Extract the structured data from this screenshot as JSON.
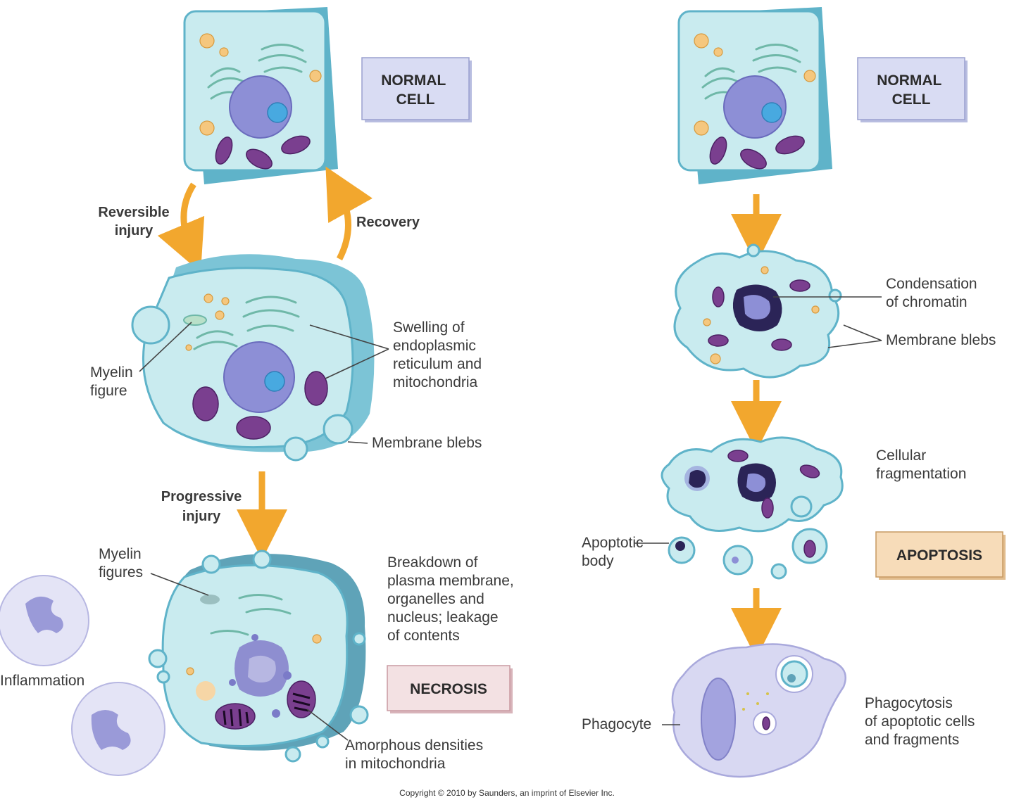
{
  "left_column": {
    "normal_cell_box": "NORMAL\nCELL",
    "reversible_injury": "Reversible\ninjury",
    "recovery": "Recovery",
    "myelin_figure": "Myelin\nfigure",
    "swelling": "Swelling of\nendoplasmic\nreticulum and\nmitochondria",
    "membrane_blebs": "Membrane blebs",
    "progressive_injury": "Progressive\ninjury",
    "myelin_figures": "Myelin\nfigures",
    "breakdown": "Breakdown of\nplasma membrane,\norganelles and\nnucleus; leakage\nof contents",
    "inflammation": "Inflammation",
    "necrosis_box": "NECROSIS",
    "amorphous": "Amorphous densities\nin mitochondria"
  },
  "right_column": {
    "normal_cell_box": "NORMAL\nCELL",
    "condensation": "Condensation\nof chromatin",
    "membrane_blebs": "Membrane blebs",
    "fragmentation": "Cellular\nfragmentation",
    "apoptotic_body": "Apoptotic\nbody",
    "apoptosis_box": "APOPTOSIS",
    "phagocyte": "Phagocyte",
    "phagocytosis": "Phagocytosis\nof apoptotic cells\nand fragments"
  },
  "copyright": "Copyright © 2010 by Saunders, an imprint of Elsevier Inc.",
  "colors": {
    "arrow": "#f2a72e",
    "cytoplasm": "#c9ebef",
    "nucleus": "#8d8fd6",
    "mitochondria": "#7a3f8f",
    "normal_box": "#d9dcf3",
    "necrosis_box": "#f3e1e3",
    "apoptosis_box": "#f7dcb9"
  }
}
